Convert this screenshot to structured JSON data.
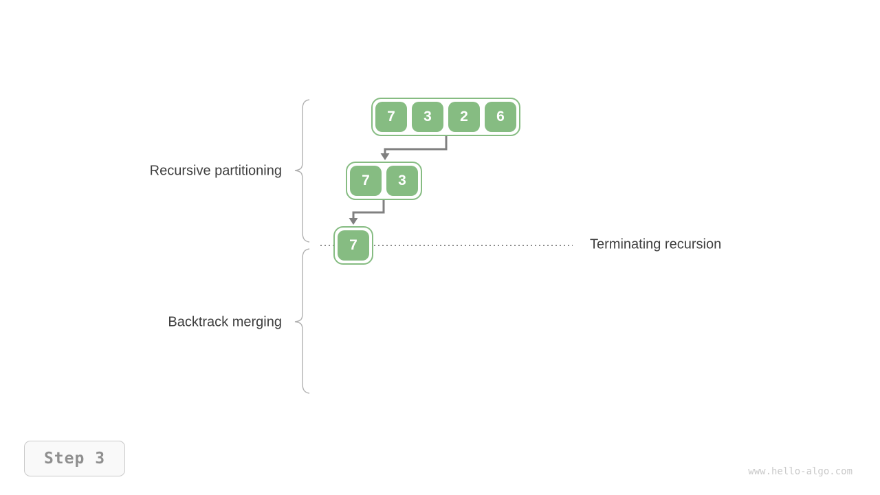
{
  "diagram": {
    "arrays": [
      {
        "id": "level-1",
        "values": [
          "7",
          "3",
          "2",
          "6"
        ]
      },
      {
        "id": "level-2",
        "values": [
          "7",
          "3"
        ]
      },
      {
        "id": "level-3",
        "values": [
          "7"
        ]
      }
    ],
    "labels": {
      "recursive_partitioning": "Recursive partitioning",
      "backtrack_merging": "Backtrack merging",
      "terminating_recursion": "Terminating recursion"
    },
    "colors": {
      "cell_green": "#86bc82",
      "arrow_gray": "#808080",
      "brace_gray": "#b0b0b0",
      "label_text": "#3d3d3d",
      "dotted_line": "#8a8a8a"
    }
  },
  "step_badge": {
    "label": "Step 3"
  },
  "watermark": {
    "text": "www.hello-algo.com"
  }
}
